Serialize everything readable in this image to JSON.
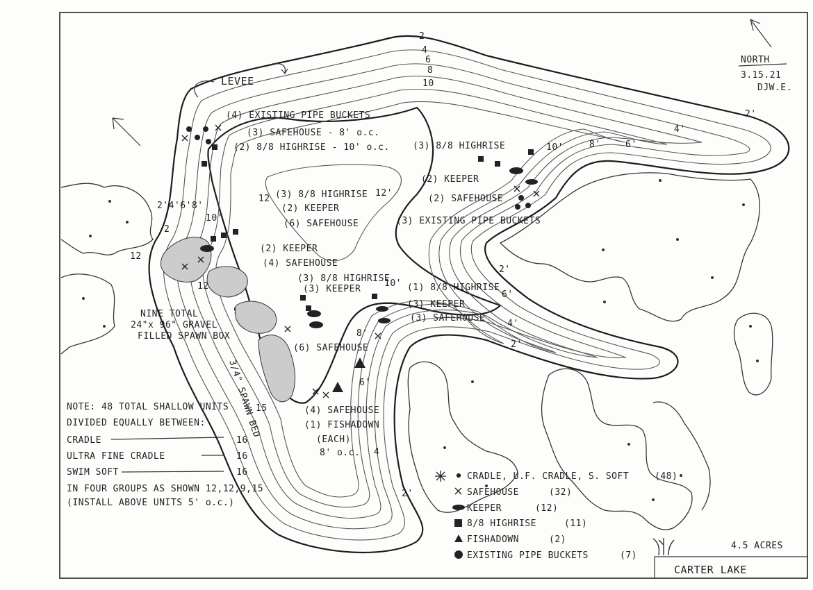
{
  "north": {
    "label": "NORTH",
    "date": "3.15.21",
    "initials": "DJW.E."
  },
  "levee_label": "LEVEE",
  "depths": [
    "2",
    "4",
    "6",
    "8",
    "10",
    "2'",
    "4'",
    "6'",
    "8'",
    "10'",
    "12'",
    "12",
    "2'4'6'8'",
    "10'",
    "6'",
    "4'",
    "2'",
    "2'",
    "8'",
    "10'",
    "12",
    "12",
    "2'",
    "6'",
    "4",
    "2"
  ],
  "callouts": [
    "(4) EXISTING PIPE BUCKETS",
    "(3) SAFEHOUSE - 8' o.c.",
    "(2) 8/8 HIGHRISE - 10' o.c.",
    "(3) 8/8 HIGHRISE",
    "(2) KEEPER",
    "(2) SAFEHOUSE",
    "(3) EXISTING PIPE BUCKETS",
    "(3) 8/8 HIGHRISE",
    "(2) KEEPER",
    "(6) SAFEHOUSE",
    "(2) KEEPER",
    "(4) SAFEHOUSE",
    "(3) 8/8 HIGHRISE",
    "(3) KEEPER",
    "(1) 8/8 HIGHRISE",
    "(3) KEEPER",
    "(3) SAFEHOUSE",
    "(6) SAFEHOUSE",
    "(4) SAFEHOUSE",
    "(1) FISHADOWN",
    "(EACH)",
    "8' o.c."
  ],
  "spawn_box": [
    "NINE TOTAL",
    "24\"x 96\" GRAVEL",
    "FILLED SPAWN BOX"
  ],
  "spawn_bed": "3/4\" SPAWN BED",
  "groups": [
    "12",
    "12",
    "9",
    "15"
  ],
  "note_lines": [
    "NOTE: 48 TOTAL SHALLOW UNITS",
    "DIVIDED EQUALLY BETWEEN:",
    "IN FOUR GROUPS AS SHOWN 12,12,9,15",
    "(INSTALL ABOVE UNITS 5' o.c.)"
  ],
  "note_table": [
    {
      "name": "CRADLE",
      "qty": "16"
    },
    {
      "name": "ULTRA FINE CRADLE",
      "qty": "16"
    },
    {
      "name": "SWIM SOFT",
      "qty": "16"
    }
  ],
  "legend": [
    {
      "label": "CRADLE, U.F. CRADLE, S. SOFT",
      "count": "(48)",
      "icon": "star-dot-icon"
    },
    {
      "label": "SAFEHOUSE",
      "count": "(32)",
      "icon": "x-icon"
    },
    {
      "label": "KEEPER",
      "count": "(12)",
      "icon": "oval-icon"
    },
    {
      "label": "8/8 HIGHRISE",
      "count": "(11)",
      "icon": "square-icon"
    },
    {
      "label": "FISHADOWN",
      "count": "(2)",
      "icon": "triangle-icon"
    },
    {
      "label": "EXISTING PIPE BUCKETS",
      "count": "(7)",
      "icon": "circle-icon"
    }
  ],
  "acres": "4.5 ACRES",
  "lake_name": "CARTER LAKE"
}
